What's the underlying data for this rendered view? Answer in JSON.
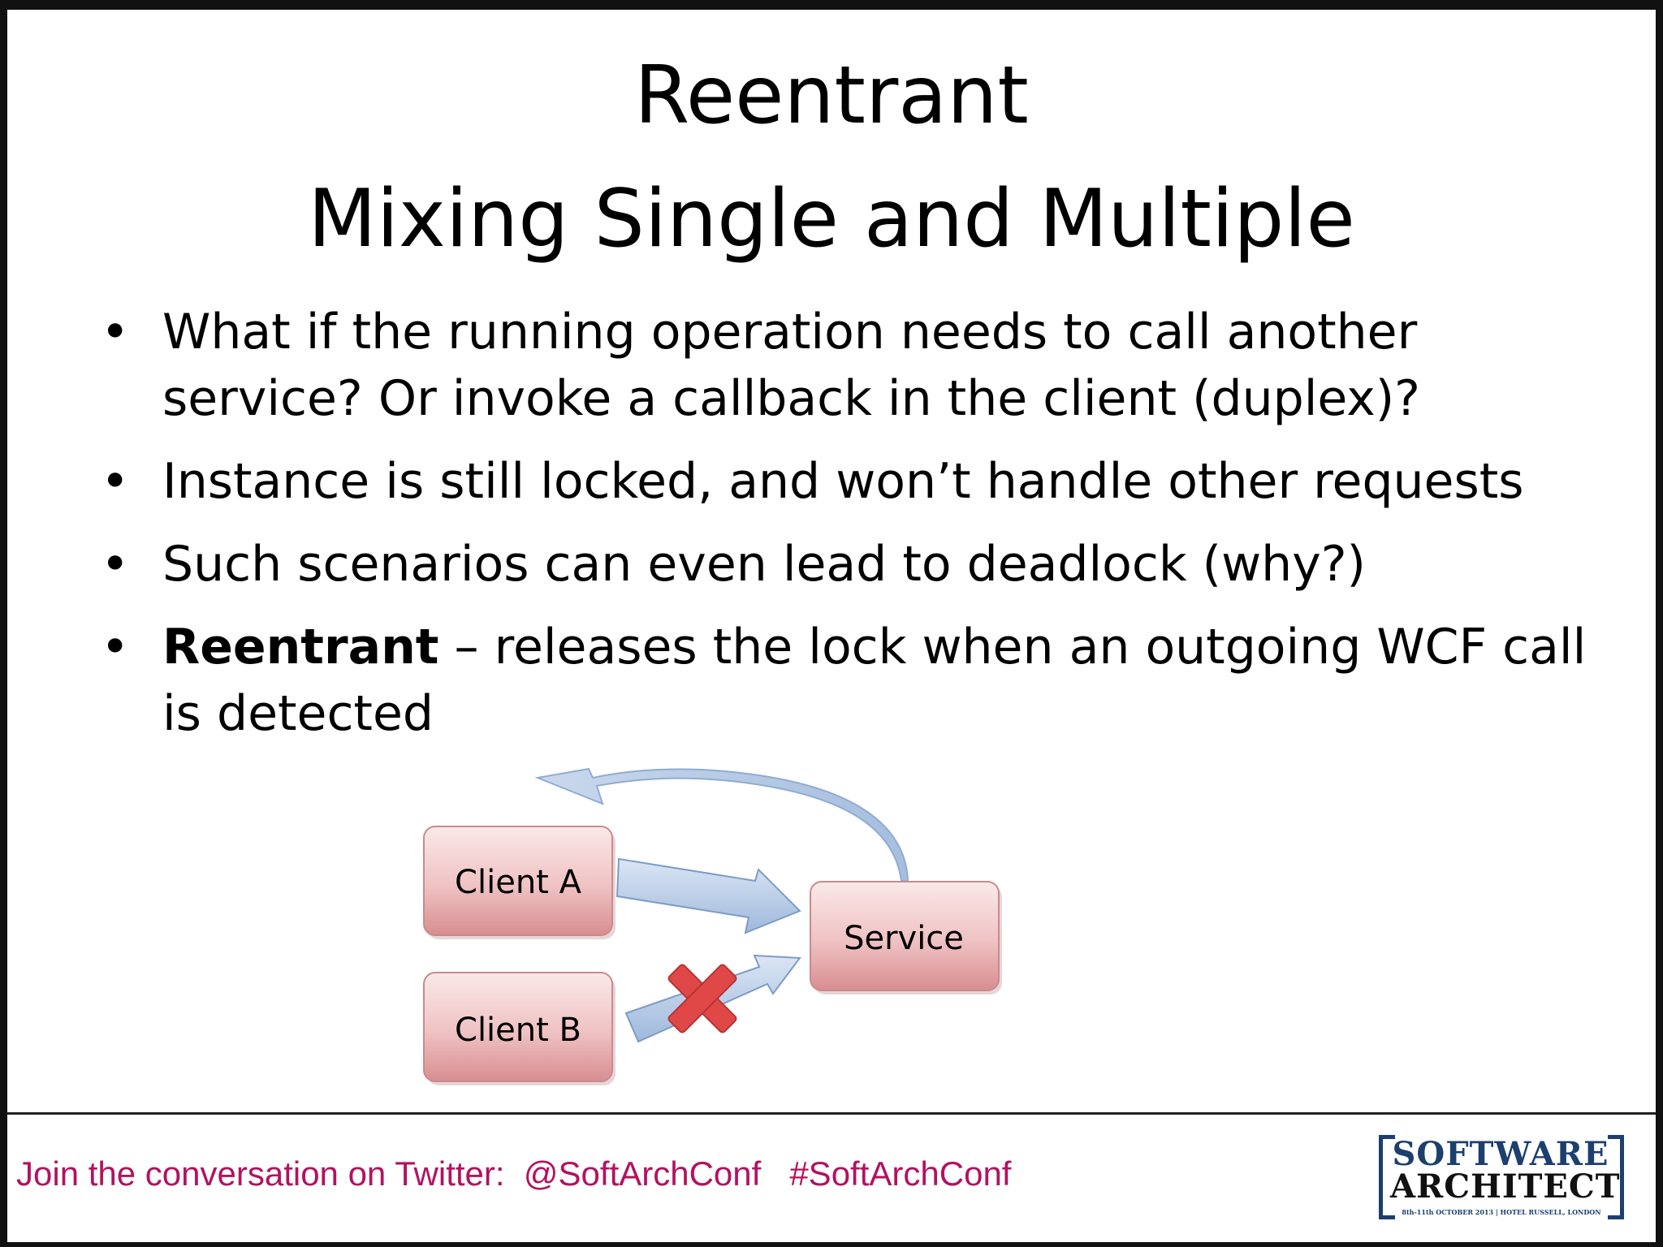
{
  "slide": {
    "title_line1": "Reentrant",
    "title_line2": "Mixing Single and Multiple",
    "bullets": [
      {
        "bold": "",
        "text": "What if the running operation needs to call another service? Or invoke a callback in the client (duplex)?"
      },
      {
        "bold": "",
        "text": "Instance is still locked, and won’t handle other requests"
      },
      {
        "bold": "",
        "text": "Such scenarios can even lead to deadlock (why?)"
      },
      {
        "bold": "Reentrant",
        "text": " – releases the lock when an outgoing WCF call is detected"
      }
    ],
    "bullet_char": "•"
  },
  "diagram": {
    "client_a": "Client A",
    "client_b": "Client B",
    "service": "Service",
    "blocked_icon": "red-x-icon",
    "colors": {
      "box_fill_top": "#f7dbdb",
      "box_fill_bottom": "#dc9a9c",
      "box_border": "#c98b8d",
      "arrow_fill": "#b9cde6",
      "arrow_stroke": "#7d9cc6",
      "x_color": "#e04848"
    }
  },
  "footer": {
    "twitter_text": "Join the conversation on Twitter:  @SoftArchConf   #SoftArchConf",
    "text_color": "#b3125f",
    "logo": {
      "line1": "SOFTWARE",
      "line2": "ARCHITECT",
      "subline": "8th-11th OCTOBER 2013 | HOTEL RUSSELL, LONDON"
    }
  }
}
